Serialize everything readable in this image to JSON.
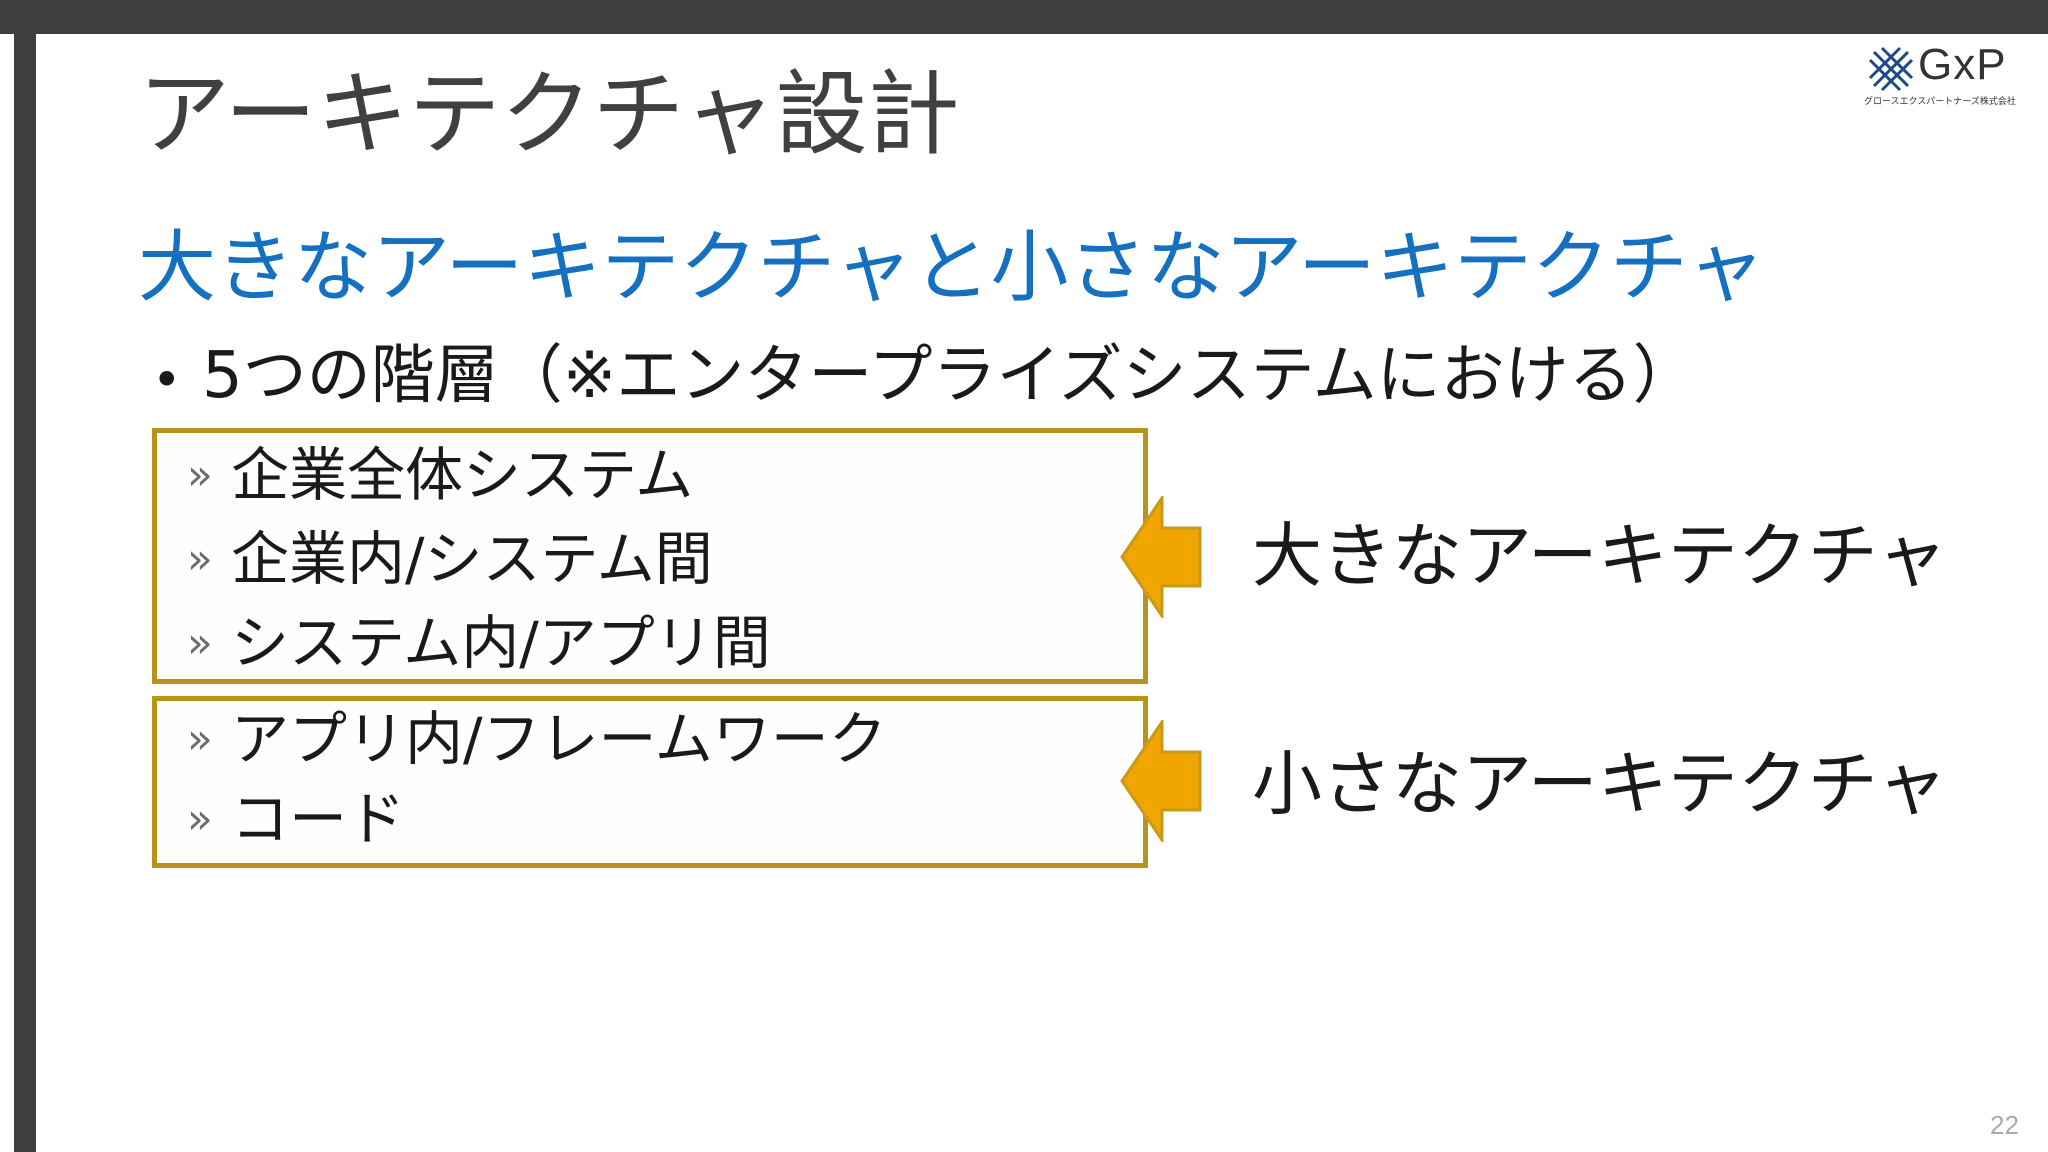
{
  "slide": {
    "title": "アーキテクチャ設計",
    "subtitle": "大きなアーキテクチャと小さなアーキテクチャ",
    "bullet": "5つの階層（※エンタープライズシステムにおける）",
    "page_number": "22"
  },
  "logo": {
    "wordmark": "GxP",
    "company": "グロースエクスパートナーズ株式会社"
  },
  "levels": {
    "large": [
      "企業全体システム",
      "企業内/システム間",
      "システム内/アプリ間"
    ],
    "small": [
      "アプリ内/フレームワーク",
      "コード"
    ]
  },
  "labels": {
    "large": "大きなアーキテクチャ",
    "small": "小さなアーキテクチャ"
  },
  "icons": {
    "bullet": "bullet-dot",
    "item_marker": "double-chevron-right-icon",
    "arrow": "arrow-left-icon",
    "logo_mark": "gxp-logo-mark"
  },
  "colors": {
    "title": "#404040",
    "subtitle": "#1670c0",
    "box_border": "#b8941b",
    "arrow_fill": "#f0a500",
    "arrow_stroke": "#c99a1a",
    "frame": "#3f3f3f"
  }
}
